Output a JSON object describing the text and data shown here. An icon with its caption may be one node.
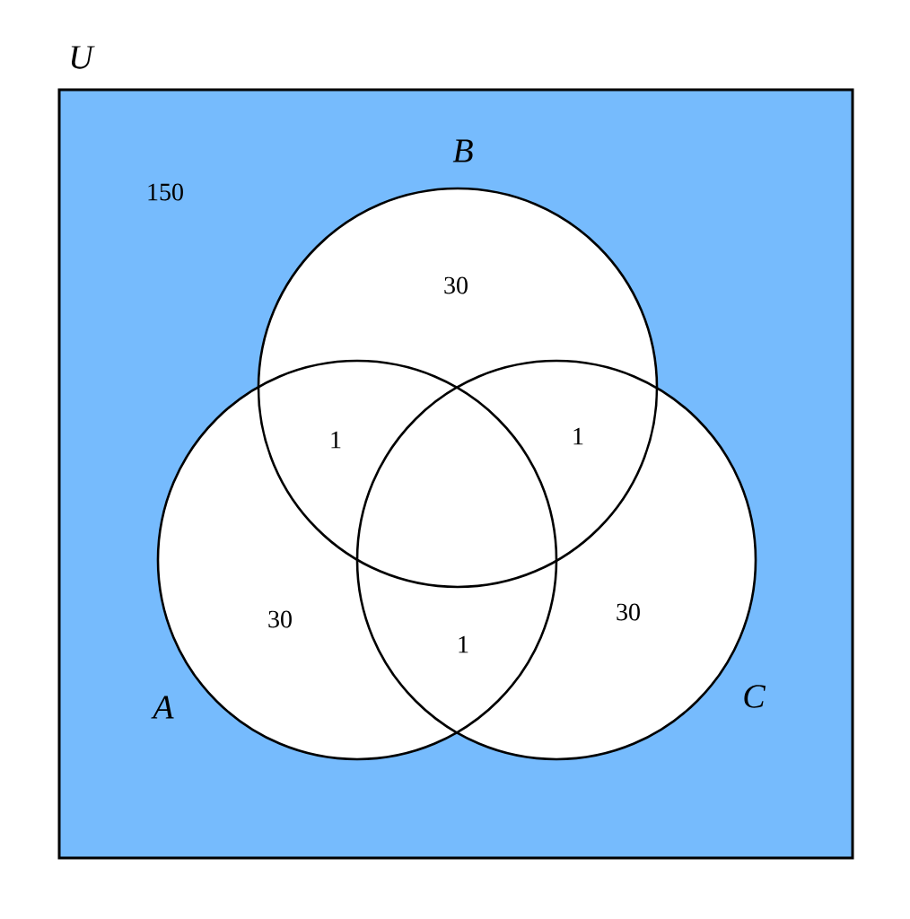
{
  "diagram": {
    "nodes": [
      {
        "text": [
          "U"
        ]
      },
      {
        "text": [
          "B"
        ],
        "in": 0
      },
      {
        "text": [
          "A"
        ],
        "in": 0
      },
      {
        "text": [
          "C"
        ],
        "in": 0
      }
    ],
    "labels": [
      "150",
      "30",
      "1",
      "1",
      "30",
      "1",
      "30"
    ]
  }
}
